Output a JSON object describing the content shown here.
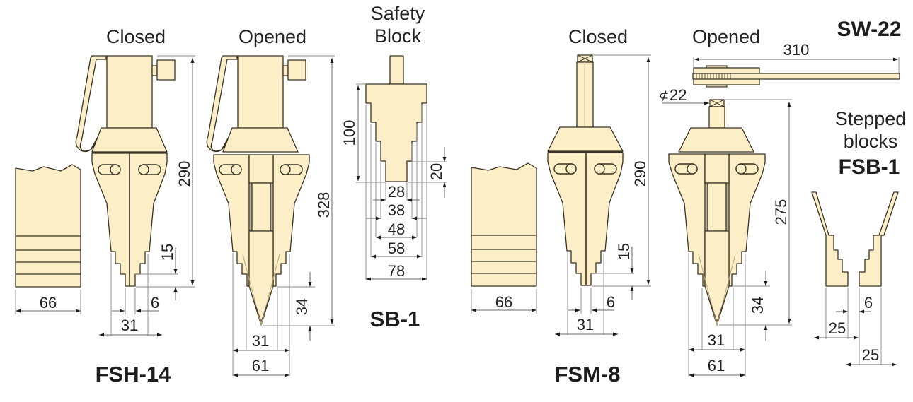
{
  "colors": {
    "part_fill": "#fcefc7",
    "outline": "#3a3325",
    "dimension_line": "#6a6a6a",
    "text": "#222222"
  },
  "fsh14": {
    "model": "FSH-14",
    "closed_label": "Closed",
    "opened_label": "Opened",
    "workpiece_width": "66",
    "closed_height": "290",
    "opened_height": "328",
    "step_height": "15",
    "tip_width": "6",
    "closed_width": "31",
    "opened_tip_height": "34",
    "opened_inner_width": "31",
    "opened_outer_width": "61"
  },
  "sb1": {
    "model": "SB-1",
    "title_line1": "Safety",
    "title_line2": "Block",
    "height": "100",
    "step": "20",
    "widths": [
      "28",
      "38",
      "48",
      "58",
      "78"
    ]
  },
  "fsm8": {
    "model": "FSM-8",
    "closed_label": "Closed",
    "opened_label": "Opened",
    "workpiece_width": "66",
    "closed_height": "290",
    "step_height": "15",
    "tip_width": "6",
    "closed_width": "31",
    "square_drive": "22",
    "square_symbol": "⊄",
    "opened_height": "275",
    "opened_tip_height": "34",
    "opened_inner_width": "31",
    "opened_outer_width": "61"
  },
  "sw22": {
    "model": "SW-22",
    "length": "310"
  },
  "fsb1": {
    "title_line1": "Stepped",
    "title_line2": "blocks",
    "model": "FSB-1",
    "gap": "6",
    "block_width_left": "25",
    "block_width_right": "25"
  }
}
